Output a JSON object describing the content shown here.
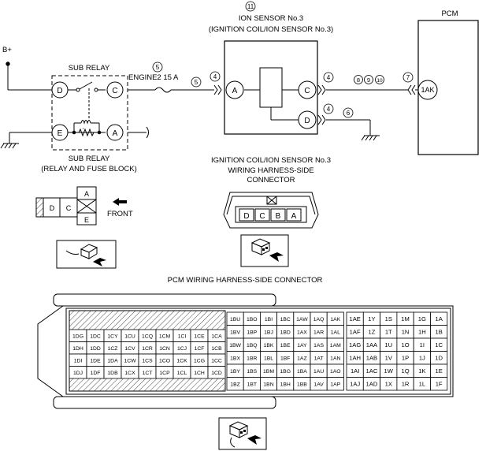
{
  "labels": {
    "bplus": "B+",
    "sub_relay_top": "SUB RELAY",
    "sub_relay_bottom_1": "SUB RELAY",
    "sub_relay_bottom_2": "(RELAY AND FUSE BLOCK)",
    "fuse": "ENGINE2 15 A",
    "ion_sensor_1": "ION SENSOR No.3",
    "ion_sensor_2": "(IGNITION COIL/ION SENSOR No.3)",
    "pcm": "PCM",
    "ic_conn_1": "IGNITION COIL/ION SENSOR No.3",
    "ic_conn_2": "WIRING HARNESS-SIDE",
    "ic_conn_3": "CONNECTOR",
    "front": "FRONT",
    "pcm_conn": "PCM WIRING HARNESS-SIDE CONNECTOR"
  },
  "circles": {
    "n11": "11",
    "n5a": "5",
    "n5b": "5",
    "n4a": "4",
    "n4b": "4",
    "n4c": "4",
    "n6": "6",
    "n7": "7",
    "n8": "8",
    "n9": "9",
    "n10": "10"
  },
  "terminals": {
    "relay_d": "D",
    "relay_c": "C",
    "relay_e": "E",
    "relay_a": "A",
    "sensor_a": "A",
    "sensor_c": "C",
    "sensor_d": "D",
    "pcm_1ak": "1AK"
  },
  "sub_relay_connector": {
    "left": [
      "D",
      "C"
    ],
    "right": [
      "A",
      "E"
    ]
  },
  "ic_connector": {
    "pins": [
      "D",
      "C",
      "B",
      "A"
    ]
  },
  "pcm_connector": {
    "left_block": [
      [
        "1DG",
        "1DC",
        "1CY",
        "1CU",
        "1CQ",
        "1CM",
        "1CI",
        "1CE",
        "1CA"
      ],
      [
        "1DH",
        "1DD",
        "1CZ",
        "1CV",
        "1CR",
        "1CN",
        "1CJ",
        "1CF",
        "1CB"
      ],
      [
        "1DI",
        "1DE",
        "1DA",
        "1CW",
        "1CS",
        "1CO",
        "1CK",
        "1CG",
        "1CC"
      ],
      [
        "1DJ",
        "1DF",
        "1DB",
        "1CX",
        "1CT",
        "1CP",
        "1CL",
        "1CH",
        "1CD"
      ]
    ],
    "mid_block": [
      [
        "1BU",
        "1BO",
        "1BI",
        "1BC",
        "1AW",
        "1AQ",
        "1AK"
      ],
      [
        "1BV",
        "1BP",
        "1BJ",
        "1BD",
        "1AX",
        "1AR",
        "1AL"
      ],
      [
        "1BW",
        "1BQ",
        "1BK",
        "1BE",
        "1AY",
        "1AS",
        "1AM"
      ],
      [
        "1BX",
        "1BR",
        "1BL",
        "1BF",
        "1AZ",
        "1AT",
        "1AN"
      ],
      [
        "1BY",
        "1BS",
        "1BM",
        "1BG",
        "1BA",
        "1AU",
        "1AO"
      ],
      [
        "1BZ",
        "1BT",
        "1BN",
        "1BH",
        "1BB",
        "1AV",
        "1AP"
      ]
    ],
    "right_block": [
      [
        "1AE",
        "1Y",
        "1S",
        "1M",
        "1G",
        "1A"
      ],
      [
        "1AF",
        "1Z",
        "1T",
        "1N",
        "1H",
        "1B"
      ],
      [
        "1AG",
        "1AA",
        "1U",
        "1O",
        "1I",
        "1C"
      ],
      [
        "1AH",
        "1AB",
        "1V",
        "1P",
        "1J",
        "1D"
      ],
      [
        "1AI",
        "1AC",
        "1W",
        "1Q",
        "1K",
        "1E"
      ],
      [
        "1AJ",
        "1AD",
        "1X",
        "1R",
        "1L",
        "1F"
      ]
    ]
  }
}
